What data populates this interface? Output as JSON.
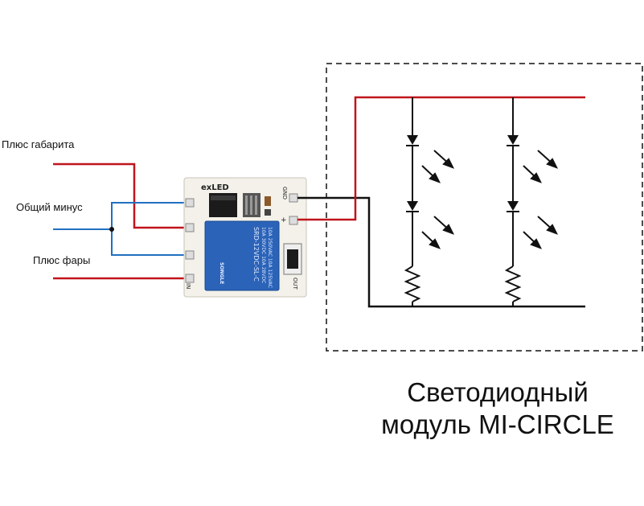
{
  "labels": {
    "parking_plus": "Плюс габарита",
    "common_minus": "Общий минус",
    "headlight_plus": "Плюс фары"
  },
  "board": {
    "brand": "exLED",
    "relay_model": "SRD-12VDC-SL-C",
    "relay_rating_1": "10A 250VAC  10A 125VAC",
    "relay_rating_2": "10A 30VDC  10A 28VDC",
    "relay_maker": "SONGLE",
    "pin_gnd": "GND",
    "pin_plus": "+",
    "pin_out": "OUT",
    "pin_in": "IN"
  },
  "module_title": {
    "line1": "Светодиодный",
    "line2": "модуль MI-CIRCLE"
  },
  "colors": {
    "positive_wire": "#c0141c",
    "negative_wire": "#2070c0",
    "circuit": "#111111",
    "relay_blue": "#2a63b8",
    "board": "#f3f1ea"
  }
}
